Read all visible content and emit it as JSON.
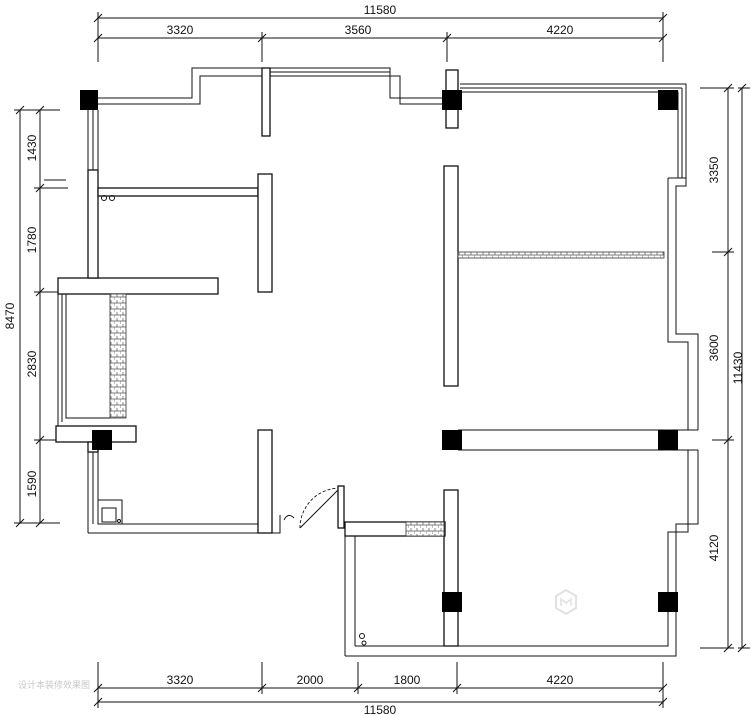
{
  "dimensions": {
    "top_total": "11580",
    "top_segments": [
      "3320",
      "3560",
      "4220"
    ],
    "bottom_segments": [
      "3320",
      "2000",
      "1800",
      "4220"
    ],
    "bottom_total": "11580",
    "left_segments": [
      "1430",
      "1780",
      "2830",
      "1590"
    ],
    "left_total": "8470",
    "right_segments": [
      "3350",
      "3600",
      "4120"
    ],
    "right_total": "11430"
  },
  "watermark": "设计本装修效果图"
}
